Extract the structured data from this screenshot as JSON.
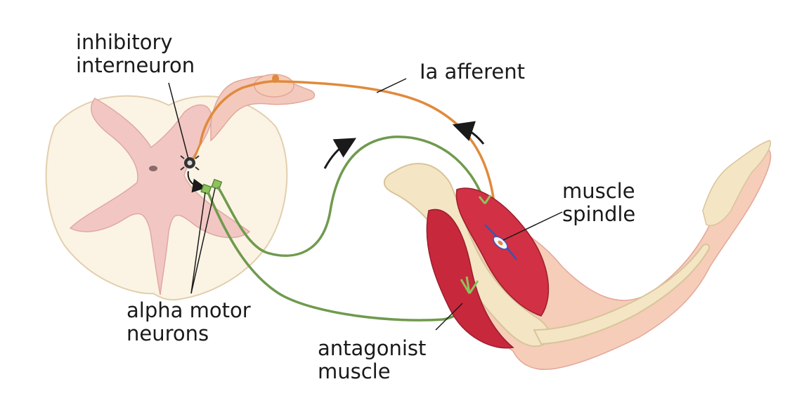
{
  "labels": {
    "inhibitory_interneuron": [
      "inhibitory",
      "interneuron"
    ],
    "ia_afferent": "Ia afferent",
    "muscle_spindle": [
      "muscle",
      "spindle"
    ],
    "alpha_motor_neurons": [
      "alpha motor",
      "neurons"
    ],
    "antagonist_muscle": [
      "antagonist",
      "muscle"
    ]
  },
  "colors": {
    "afferent": "#e08a3c",
    "efferent": "#6f9a4e",
    "gray_matter": "#f2c7c3",
    "white_matter": "#fbf4e4",
    "muscle": "#c8283c",
    "bone": "#f4e6c4",
    "skin": "#f6cdb8",
    "arrow": "#1a1a1a"
  }
}
